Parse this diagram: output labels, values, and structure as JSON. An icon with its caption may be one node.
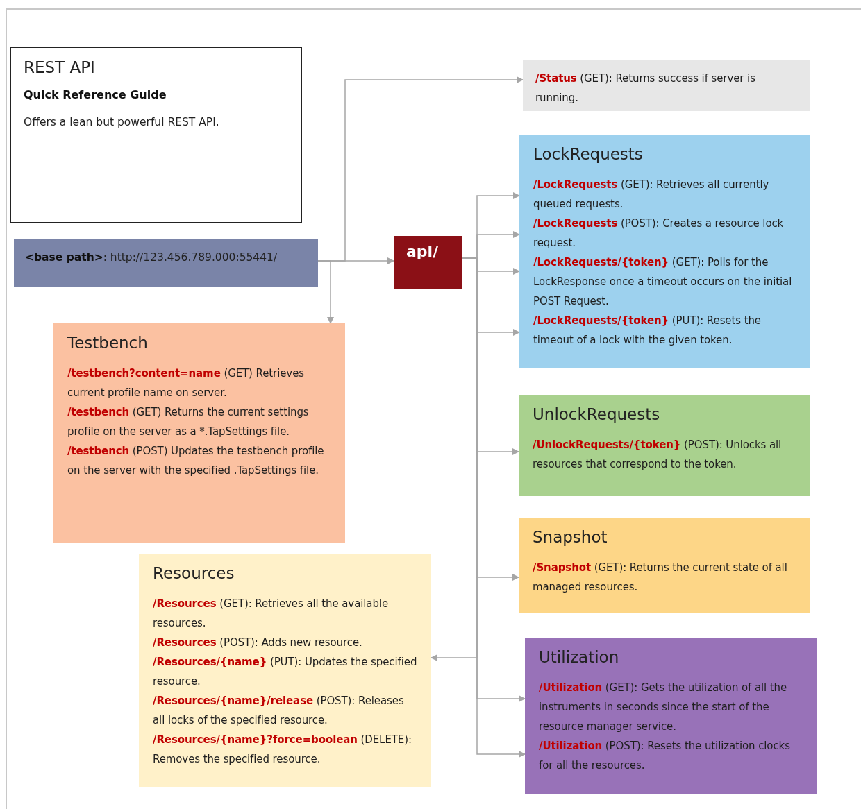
{
  "diagram": {
    "nodes": [
      {
        "text": [
          "REST API",
          "Quick Reference Guide",
          "Offers a lean but powerful REST API."
        ]
      },
      {
        "text": [
          "**<base path>**: http://123.456.789.000:55441/"
        ]
      },
      {
        "text": [
          "api/"
        ]
      },
      {
        "text": [
          "**/Status** (GET): Returns success if server is running."
        ]
      },
      {
        "text": [
          "LockRequests",
          "**/LockRequests** (GET): Retrieves all currently queued requests.",
          "**/LockRequests** (POST): Creates a resource lock request.",
          "**/LockRequests/{token}** (GET): Polls for the LockResponse once a timeout occurs on the initial POST Request.",
          "**/LockRequests/{token}** (PUT): Resets the timeout of a lock with the given token."
        ]
      },
      {
        "text": [
          "UnlockRequests",
          "**/UnlockRequests/{token}** (POST): Unlocks all resources that correspond to the token."
        ]
      },
      {
        "text": [
          "Snapshot",
          "**/Snapshot** (GET): Returns the current state of all managed resources."
        ]
      },
      {
        "text": [
          "Utilization",
          "**/Utilization** (GET): Gets the utilization of all the instruments in seconds since the start of the resource manager service.",
          "**/Utilization** (POST): Resets the utilization clocks for all the resources."
        ]
      },
      {
        "text": [
          "Testbench",
          "**/testbench?content=name** (GET) Retrieves current profile name on server.",
          "**/testbench** (GET) Returns the current settings profile on the server as a *.TapSettings file.",
          "**/testbench** (POST) Updates the testbench profile on the server with the specified .TapSettings file."
        ]
      },
      {
        "text": [
          "Resources",
          "**/Resources** (GET): Retrieves all the available resources.",
          "**/Resources** (POST): Adds new resource.",
          "**/Resources/{name}** (PUT): Updates the specified resource.",
          "**/Resources/{name}/release** (POST): Releases all locks of the specified resource.",
          "**/Resources/{name}?force=boolean** (DELETE): Removes the specified resource."
        ]
      }
    ],
    "edges": [
      {
        "from": 1,
        "to": 2,
        "arrow": "to"
      },
      {
        "from": 1,
        "to": 3,
        "arrow": "to"
      },
      {
        "from": 1,
        "to": 8,
        "arrow": "to"
      },
      {
        "from": 2,
        "to": 4,
        "arrow": "to"
      },
      {
        "from": 2,
        "to": 4,
        "arrow": "to"
      },
      {
        "from": 2,
        "to": 4,
        "arrow": "to"
      },
      {
        "from": 2,
        "to": 4,
        "arrow": "to"
      },
      {
        "from": 2,
        "to": 5,
        "arrow": "to"
      },
      {
        "from": 2,
        "to": 6,
        "arrow": "to"
      },
      {
        "from": 2,
        "to": 9,
        "arrow": "to"
      },
      {
        "from": 2,
        "to": 7,
        "arrow": "to"
      },
      {
        "from": 2,
        "to": 7,
        "arrow": "to"
      }
    ]
  }
}
